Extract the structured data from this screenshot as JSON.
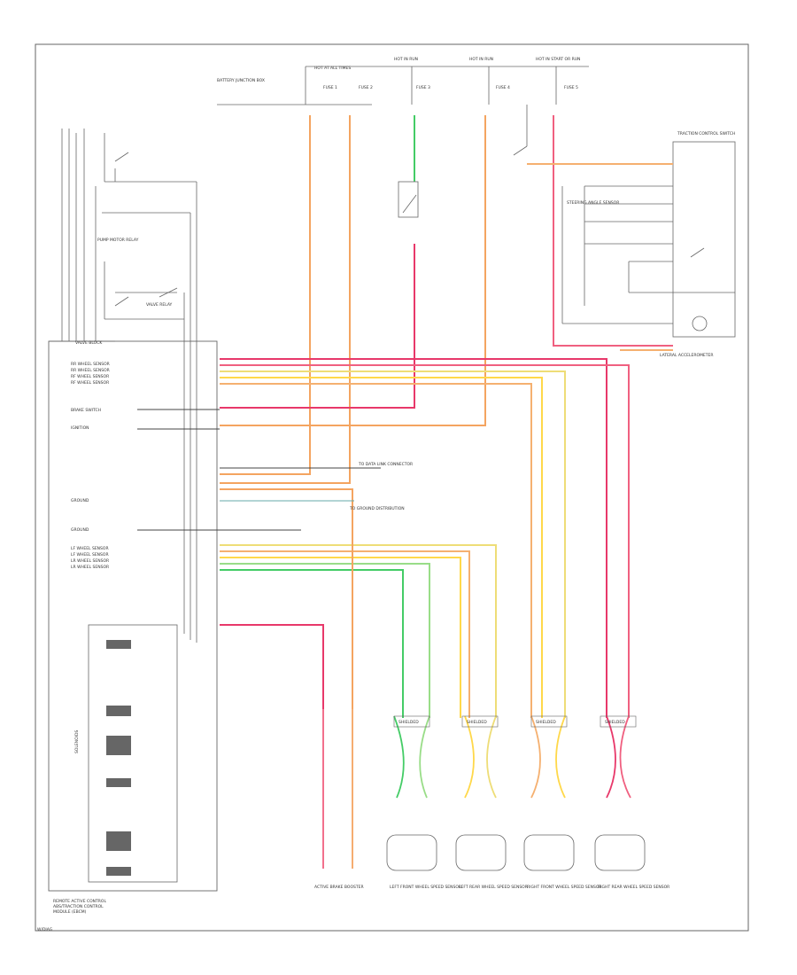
{
  "diagram": {
    "title_lines": [
      "REMOTE ACTIVE CONTROL",
      "ABS/TRACTION CONTROL",
      "MODULE (EBCM)"
    ],
    "corner_code": "W/DIAG",
    "colors": {
      "line": "#555555",
      "orange": "#f4a460",
      "red": "#e8386a",
      "yellow": "#ffd84a",
      "green": "#44cc66",
      "lightgreen": "#99dd88",
      "lightyellow": "#eedd77",
      "pink": "#f06080",
      "peach": "#f5b070"
    },
    "top_labels": {
      "battery_junction": "BATTERY JUNCTION BOX",
      "hot_at_all_times_1": "HOT AT ALL TIMES",
      "hot_in_run_1": "HOT IN RUN",
      "hot_in_run_2": "HOT IN RUN",
      "hot_in_start": "HOT IN START OR RUN",
      "fuse_1": "FUSE 1",
      "fuse_2": "FUSE 2",
      "fuse_3": "FUSE 3",
      "fuse_4": "FUSE 4",
      "fuse_5": "FUSE 5"
    },
    "module_pins": [
      "RR WHEEL SENSOR",
      "RR WHEEL SENSOR",
      "RF WHEEL SENSOR",
      "RF WHEEL SENSOR",
      "BRAKE SWITCH",
      "IGNITION",
      "GROUND",
      "GROUND",
      "LF WHEEL SENSOR",
      "LF WHEEL SENSOR",
      "LR WHEEL SENSOR",
      "LR WHEEL SENSOR"
    ],
    "left_labels": {
      "relay_1": "PUMP MOTOR RELAY",
      "relay_2": "VALVE RELAY",
      "valve_block": "VALVE BLOCK",
      "solenoids": "SOLENOIDS"
    },
    "right_module": {
      "title": "TRACTION CONTROL SWITCH",
      "sub": "STEERING ANGLE SENSOR",
      "lateral": "LATERAL ACCELEROMETER"
    },
    "bottom_connectors": [
      "SHIELDED",
      "SHIELDED",
      "SHIELDED",
      "SHIELDED"
    ],
    "bottom_sensors": [
      "LEFT FRONT WHEEL SPEED SENSOR",
      "LEFT REAR WHEEL SPEED SENSOR",
      "RIGHT FRONT WHEEL SPEED SENSOR",
      "RIGHT REAR WHEEL SPEED SENSOR"
    ],
    "left_bottom_sensor": "ACTIVE BRAKE BOOSTER",
    "dlc_label": "TO DATA LINK CONNECTOR",
    "ground_label": "TO GROUND DISTRIBUTION"
  }
}
